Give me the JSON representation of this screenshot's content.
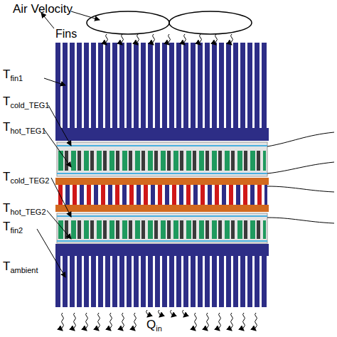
{
  "diagram": {
    "labels": [
      "Air Velocity",
      "Fins",
      "T",
      "fin1",
      "T",
      "cold_TEG1",
      "T",
      "hot_TEG1",
      "T",
      "cold_TEG2",
      "T",
      "hot_TEG2",
      "T",
      "fin2",
      "T",
      "ambient",
      "Q",
      "in"
    ]
  }
}
